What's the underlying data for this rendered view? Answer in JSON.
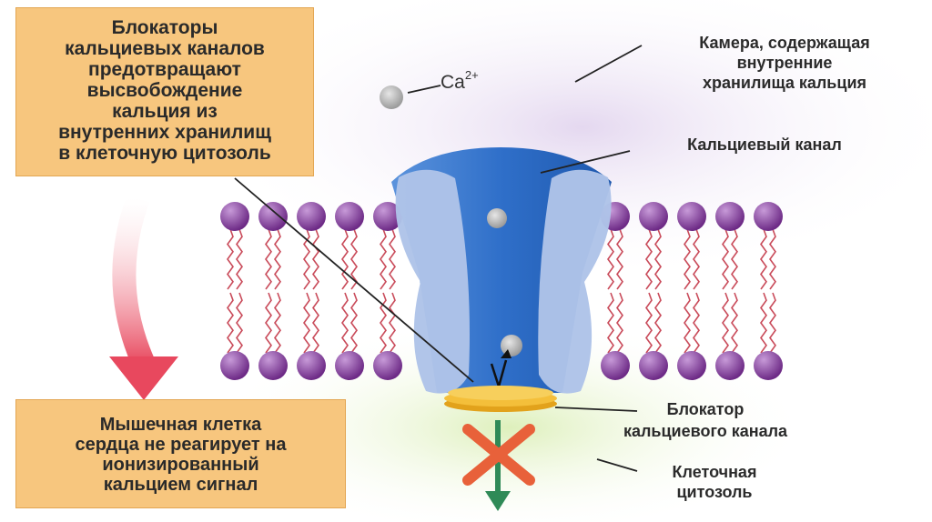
{
  "blocker_box": {
    "lines": [
      "Блокаторы",
      "кальциевых каналов",
      "предотвращают",
      "высвобождение",
      "кальция из",
      "внутренних хранилищ",
      "в клеточную цитозоль"
    ]
  },
  "muscle_box": {
    "lines": [
      "Мышечная клетка",
      "сердца не реагирует на",
      "ионизированный",
      "кальцием сигнал"
    ]
  },
  "labels": {
    "ca_base": "Ca",
    "ca_charge": "2+",
    "chamber": [
      "Камера, содержащая",
      "внутренние",
      "хранилища кальция"
    ],
    "channel": [
      "Кальциевый канал"
    ],
    "blocker": [
      "Блокатор",
      "кальциевого канала"
    ],
    "cytosol": [
      "Клеточная",
      "цитозоль"
    ]
  },
  "colors": {
    "box_fill": "#f7c67e",
    "lipid_head": "#8a3fa0",
    "lipid_tail": "#c94b5a",
    "channel_core": "#2e6fc8",
    "channel_side": "#a9bfe6",
    "blocker_disc": "#f0b323",
    "cross": "#e8613a",
    "arrow_down": "#2f8a57",
    "pink_arrow": "#e8485e"
  }
}
